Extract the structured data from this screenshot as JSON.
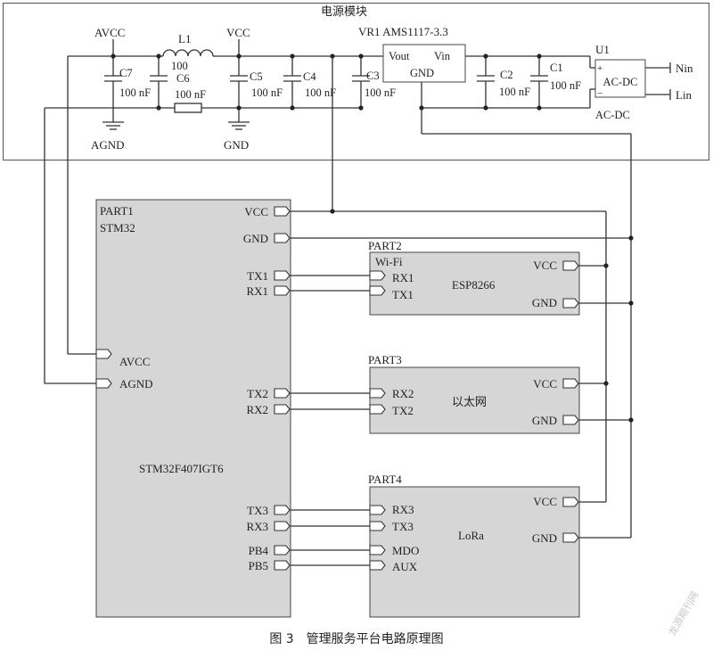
{
  "power_module": {
    "title": "电源模块",
    "avcc": "AVCC",
    "vcc": "VCC",
    "agnd": "AGND",
    "gnd": "GND",
    "l1_label": "L1",
    "l1_value": "100",
    "c7_label": "C7",
    "c7_value": "100 nF",
    "c6_label": "C6",
    "c6_value": "100 nF",
    "c5_label": "C5",
    "c5_value": "100 nF",
    "c4_label": "C4",
    "c4_value": "100 nF",
    "c3_label": "C3",
    "c3_value": "100 nF",
    "c2_label": "C2",
    "c2_value": "100 nF",
    "c1_label": "C1",
    "c1_value": "100 nF",
    "vr1_label": "VR1 AMS1117-3.3",
    "vr1_vout": "Vout",
    "vr1_vin": "Vin",
    "vr1_gnd": "GND",
    "u1_label": "U1",
    "u1_plus": "+",
    "u1_name": "AC-DC",
    "u1_minus": "−",
    "u1_caption": "AC-DC",
    "nin": "Nin",
    "lin": "Lin"
  },
  "part1": {
    "title": "PART1",
    "subtitle": "STM32",
    "chip": "STM32F407IGT6",
    "pins": {
      "vcc": "VCC",
      "gnd": "GND",
      "tx1": "TX1",
      "rx1": "RX1",
      "avcc": "AVCC",
      "agnd": "AGND",
      "tx2": "TX2",
      "rx2": "RX2",
      "tx3": "TX3",
      "rx3": "RX3",
      "pb4": "PB4",
      "pb5": "PB5"
    }
  },
  "part2": {
    "title": "PART2",
    "subtitle": "Wi-Fi",
    "name": "ESP8266",
    "pins": {
      "rx1": "RX1",
      "tx1": "TX1",
      "vcc": "VCC",
      "gnd": "GND"
    }
  },
  "part3": {
    "title": "PART3",
    "name": "以太网",
    "pins": {
      "rx2": "RX2",
      "tx2": "TX2",
      "vcc": "VCC",
      "gnd": "GND"
    }
  },
  "part4": {
    "title": "PART4",
    "name": "LoRa",
    "pins": {
      "rx3": "RX3",
      "tx3": "TX3",
      "mdo": "MDO",
      "aux": "AUX",
      "vcc": "VCC",
      "gnd": "GND"
    }
  },
  "caption": "图 3　管理服务平台电路原理图",
  "watermark": "龙源期刊网"
}
